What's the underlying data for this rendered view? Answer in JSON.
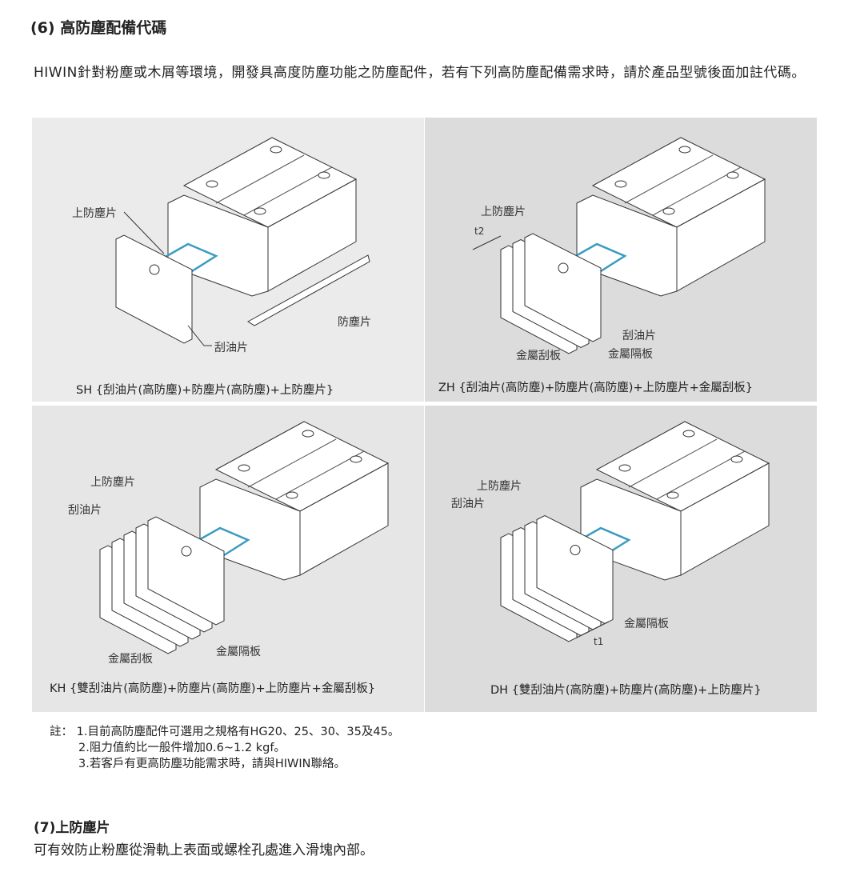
{
  "section6": {
    "title": "(6) 高防塵配備代碼",
    "intro": "HIWIN針對粉塵或木屑等環境，開發具高度防塵功能之防塵配件，若有下列高防塵配備需求時，請於產品型號後面加註代碼。"
  },
  "panels": [
    {
      "code": "SH",
      "caption": "SH {刮油片(高防塵)+防塵片(高防塵)+上防塵片}",
      "labels": [
        "上防塵片",
        "防塵片",
        "刮油片"
      ]
    },
    {
      "code": "ZH",
      "caption": "ZH {刮油片(高防塵)+防塵片(高防塵)+上防塵片+金屬刮板}",
      "labels": [
        "上防塵片",
        "t2",
        "刮油片",
        "金屬刮板",
        "金屬隔板"
      ]
    },
    {
      "code": "KH",
      "caption": "KH {雙刮油片(高防塵)+防塵片(高防塵)+上防塵片+金屬刮板}",
      "labels": [
        "上防塵片",
        "刮油片",
        "金屬刮板",
        "金屬隔板"
      ]
    },
    {
      "code": "DH",
      "caption": "DH {雙刮油片(高防塵)+防塵片(高防塵)+上防塵片}",
      "labels": [
        "上防塵片",
        "刮油片",
        "金屬隔板",
        "t1"
      ]
    }
  ],
  "notes": {
    "prefix": "註：",
    "items": [
      "1.目前高防塵配件可選用之規格有HG20、25、30、35及45。",
      "2.阻力值約比一般件增加0.6~1.2 kgf。",
      "3.若客戶有更高防塵功能需求時，請與HIWIN聯絡。"
    ]
  },
  "section7": {
    "title": "(7)上防塵片",
    "text": "可有效防止粉塵從滑軌上表面或螺栓孔處進入滑塊內部。"
  },
  "colors": {
    "panel_light": "#ebebeb",
    "panel_dark": "#dcdcdc",
    "seal_blue": "#3a9bc0"
  }
}
